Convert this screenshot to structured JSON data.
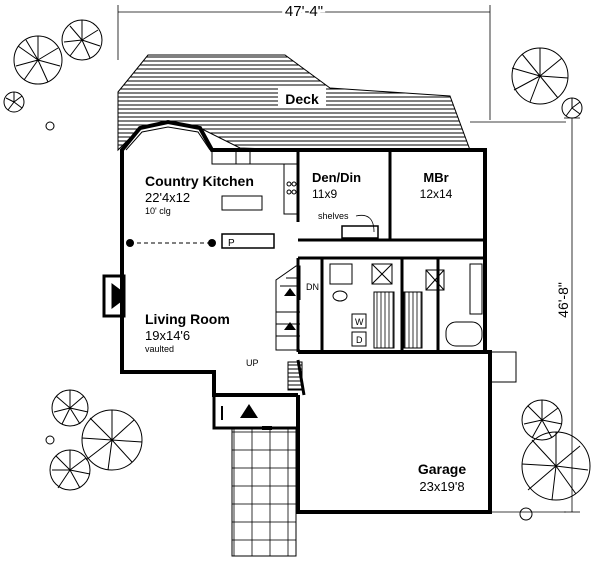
{
  "dimensions": {
    "width_label": "47'-4\"",
    "depth_label": "46'-8\""
  },
  "rooms": {
    "deck": {
      "name": "Deck"
    },
    "kitchen": {
      "name": "Country Kitchen",
      "size": "22'4x12",
      "note": "10' clg"
    },
    "den": {
      "name": "Den/Din",
      "size": "11x9",
      "note": "shelves"
    },
    "master": {
      "name": "MBr",
      "size": "12x14"
    },
    "living": {
      "name": "Living Room",
      "size": "19x14'6",
      "note": "vaulted"
    },
    "garage": {
      "name": "Garage",
      "size": "23x19'8"
    }
  },
  "fixtures": {
    "pantry": "P",
    "washer": "W",
    "dryer": "D"
  },
  "stairs": {
    "down": "DN",
    "up": "UP"
  },
  "colors": {
    "ink": "#000000",
    "paper": "#ffffff"
  }
}
